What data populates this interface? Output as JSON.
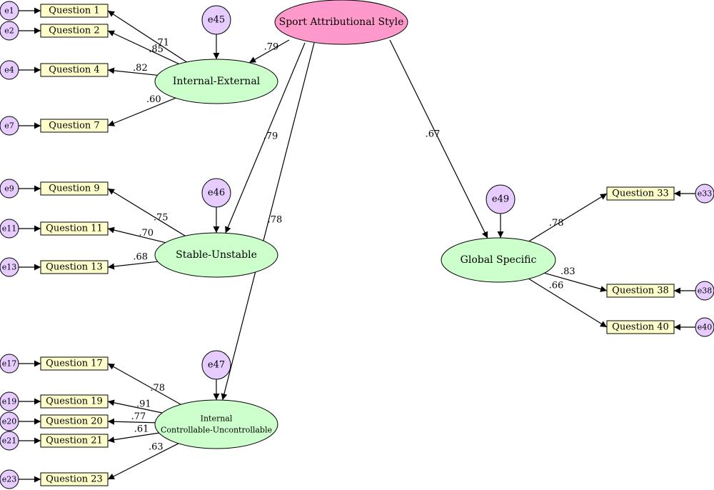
{
  "colors": {
    "observed_fill": "#ffffcc",
    "error_fill": "#e6ccff",
    "factor_fill": "#ccffcc",
    "second_order_fill": "#ff99cc",
    "stroke": "#000000"
  },
  "second_order": {
    "id": "SAS",
    "label": "Sport Attributional Style"
  },
  "factors": [
    {
      "id": "IE",
      "label": "Internal-External",
      "disturbance": "e45",
      "loading_from_second_order": ".79"
    },
    {
      "id": "SU",
      "label": "Stable-Unstable",
      "disturbance": "e46",
      "loading_from_second_order": ".79"
    },
    {
      "id": "IC",
      "label_line1": "Internal",
      "label_line2": "Controllable-Uncontrollable",
      "disturbance": "e47",
      "loading_from_second_order": ".78"
    },
    {
      "id": "GS",
      "label": "Global Specific",
      "disturbance": "e49",
      "loading_from_second_order": ".67"
    }
  ],
  "indicators": [
    {
      "factor": "IE",
      "label": "Question 1",
      "error": "e1",
      "loading": ".71"
    },
    {
      "factor": "IE",
      "label": "Question 2",
      "error": "e2",
      "loading": ".85"
    },
    {
      "factor": "IE",
      "label": "Question 4",
      "error": "e4",
      "loading": ".82"
    },
    {
      "factor": "IE",
      "label": "Question 7",
      "error": "e7",
      "loading": ".60"
    },
    {
      "factor": "SU",
      "label": "Question 9",
      "error": "e9",
      "loading": ".75"
    },
    {
      "factor": "SU",
      "label": "Question 11",
      "error": "e11",
      "loading": ".70"
    },
    {
      "factor": "SU",
      "label": "Question 13",
      "error": "e13",
      "loading": ".68"
    },
    {
      "factor": "IC",
      "label": "Question 17",
      "error": "e17",
      "loading": ".78"
    },
    {
      "factor": "IC",
      "label": "Question 19",
      "error": "e19",
      "loading": ".91"
    },
    {
      "factor": "IC",
      "label": "Question 20",
      "error": "e20",
      "loading": ".77"
    },
    {
      "factor": "IC",
      "label": "Question 21",
      "error": "e21",
      "loading": ".61"
    },
    {
      "factor": "IC",
      "label": "Question 23",
      "error": "e23",
      "loading": ".63"
    },
    {
      "factor": "GS",
      "label": "Question 33",
      "error": "e33",
      "loading": ".78"
    },
    {
      "factor": "GS",
      "label": "Question 38",
      "error": "e38",
      "loading": ".83"
    },
    {
      "factor": "GS",
      "label": "Question 40",
      "error": "e40",
      "loading": ".66"
    }
  ]
}
